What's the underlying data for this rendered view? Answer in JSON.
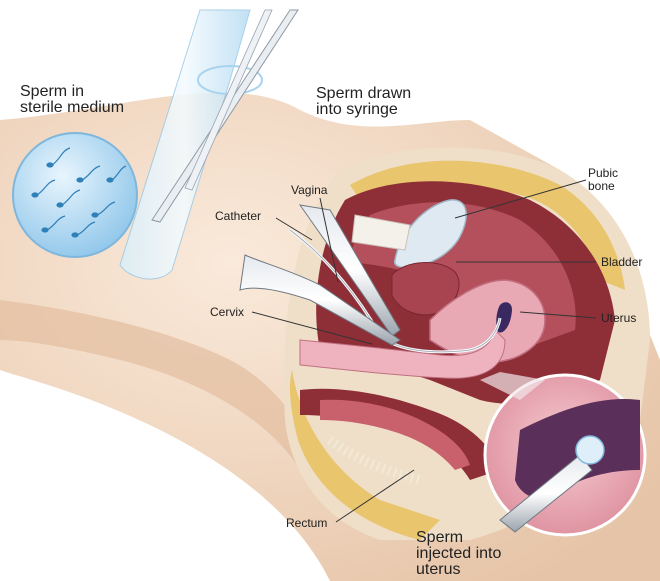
{
  "labels": {
    "sperm_medium": "Sperm in\nsterile medium",
    "sperm_drawn": "Sperm drawn\ninto syringe",
    "vagina": "Vagina",
    "catheter": "Catheter",
    "pubic_bone": "Pubic\nbone",
    "bladder": "Bladder",
    "uterus": "Uterus",
    "cervix": "Cervix",
    "rectum": "Rectum",
    "sperm_injected": "Sperm\ninjected into\nuterus"
  },
  "colors": {
    "skin": "#f3dcc6",
    "fat_yellow": "#e9c56d",
    "tissue_dark": "#8e2f38",
    "tissue_mid": "#b4505b",
    "tissue_pink": "#d98a96",
    "uterus_pink": "#e8a8b4",
    "syringe_blue": "#bcdff4",
    "sperm_blue": "#3a8cc4",
    "catheter_gray": "#9aa3ad"
  }
}
